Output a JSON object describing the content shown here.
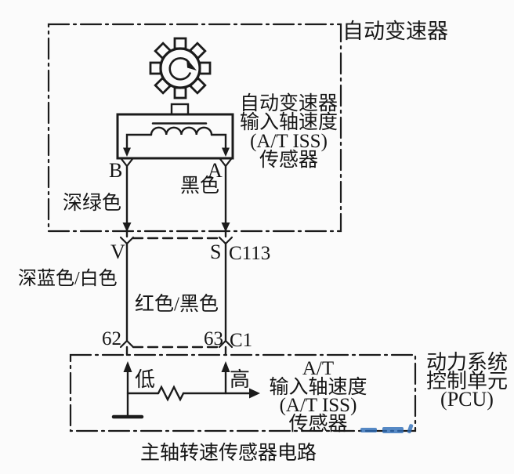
{
  "colors": {
    "ink": "#1b1b1b",
    "background": "#fbfbfb",
    "watermark": "#2e6db8"
  },
  "transmission": {
    "title": "自动变速器",
    "sensor_label": {
      "line1": "自动变速器",
      "line2": "输入轴速度",
      "line3": "(A/T ISS)",
      "line4": "传感器"
    },
    "terminals": {
      "b": "B",
      "a": "A"
    },
    "wire_colors": {
      "b": "深绿色",
      "a": "黑色"
    }
  },
  "connector": {
    "pins_top": {
      "v": "V",
      "s": "S"
    },
    "id_top": "C113",
    "wire_colors": {
      "v": "深蓝色/白色",
      "s": "红色/黑色"
    },
    "pins_bottom": {
      "p62": "62",
      "p63": "63"
    },
    "id_bottom": "C1"
  },
  "pcu": {
    "low": "低",
    "high": "高",
    "sensor_label": {
      "line1": "A/T",
      "line2": "输入轴速度",
      "line3": "(A/T ISS)",
      "line4": "传感器"
    },
    "title": {
      "line1": "动力系统",
      "line2": "控制单元",
      "line3": "(PCU)"
    }
  },
  "caption": "主轴转速传感器电路"
}
